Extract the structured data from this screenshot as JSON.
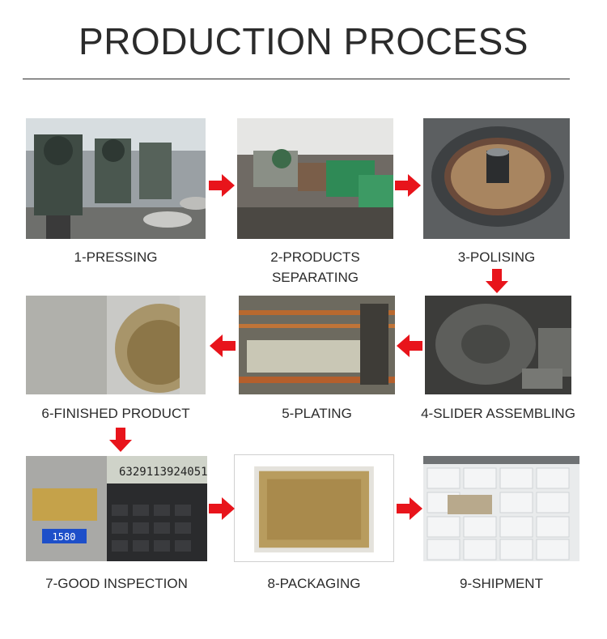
{
  "header": {
    "title": "PRODUCTION PROCESS"
  },
  "steps": [
    {
      "label": "1-PRESSING"
    },
    {
      "label_line1": "2-PRODUCTS",
      "label_line2": "SEPARATING"
    },
    {
      "label": "3-POLISING"
    },
    {
      "label": "4-SLIDER ASSEMBLING"
    },
    {
      "label": "5-PLATING"
    },
    {
      "label": "6-FINISHED PRODUCT"
    },
    {
      "label": "7-GOOD INSPECTION",
      "scale_reading": "1580",
      "calculator_display": "6329113924051"
    },
    {
      "label": "8-PACKAGING"
    },
    {
      "label": "9-SHIPMENT"
    }
  ],
  "arrows": [
    {
      "direction": "right"
    },
    {
      "direction": "right"
    },
    {
      "direction": "down"
    },
    {
      "direction": "left"
    },
    {
      "direction": "left"
    },
    {
      "direction": "down"
    },
    {
      "direction": "right"
    },
    {
      "direction": "right"
    }
  ],
  "colors": {
    "arrow": "#e8141b",
    "text": "#2b2b2b"
  }
}
